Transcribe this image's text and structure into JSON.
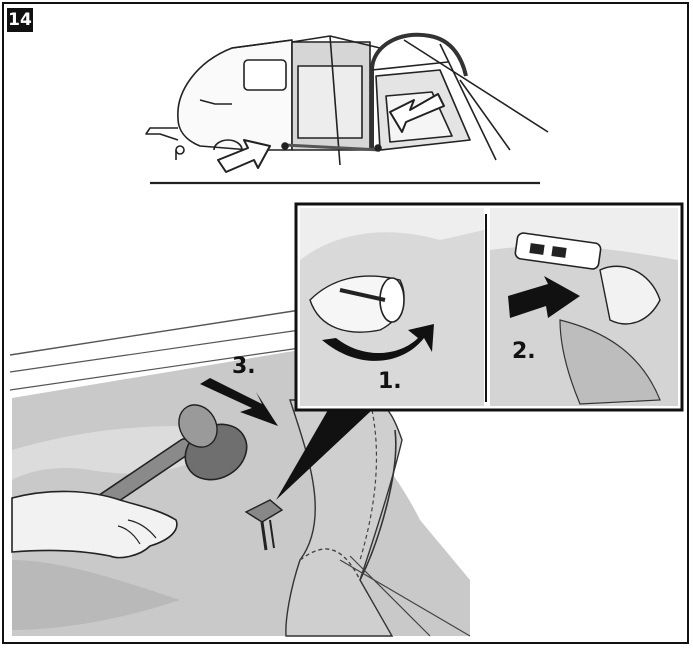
{
  "figure": {
    "step_number": "14",
    "labels": {
      "step1": "1.",
      "step2": "2.",
      "step3": "3."
    }
  }
}
